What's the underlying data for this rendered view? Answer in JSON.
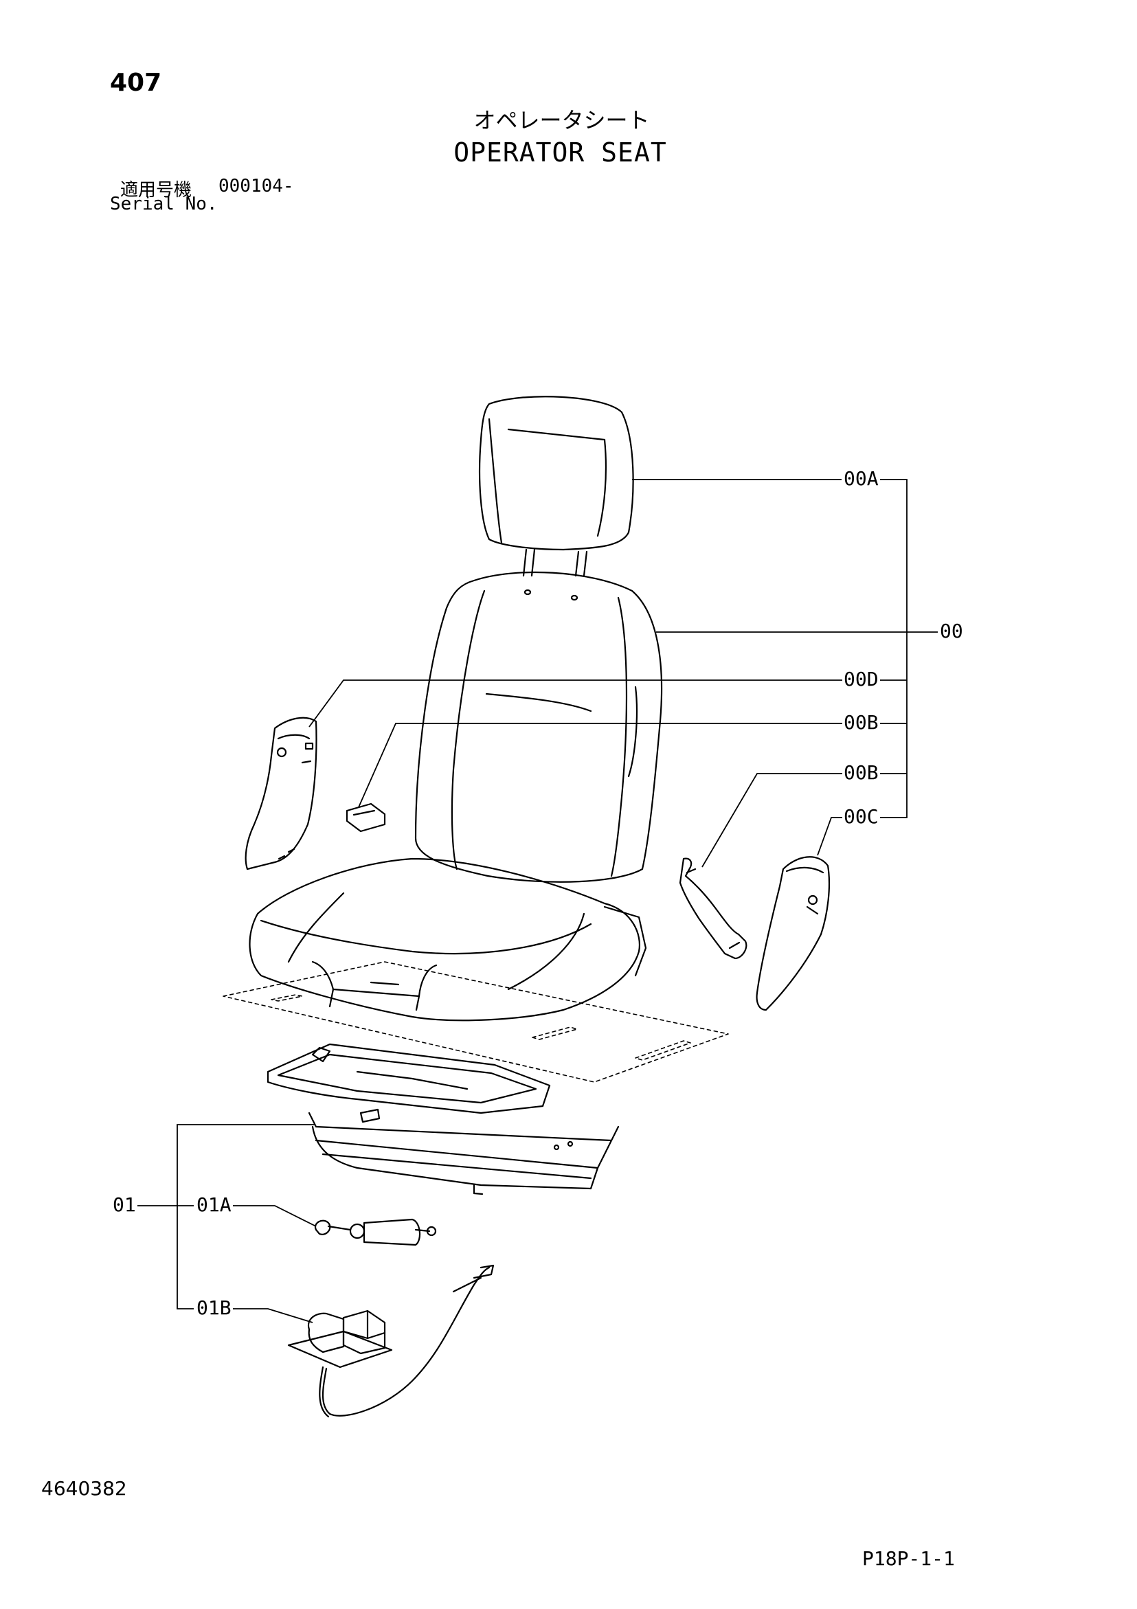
{
  "header": {
    "page_number": "407",
    "title_jp": "オペレータシート",
    "title_en": "OPERATOR SEAT",
    "serial_label_jp": "適用号機",
    "serial_value": "000104-",
    "serial_label_en": "Serial No."
  },
  "callouts": {
    "c00A": "00A",
    "c00": "00",
    "c00D": "00D",
    "c00B_1": "00B",
    "c00B_2": "00B",
    "c00C": "00C",
    "c01": "01",
    "c01A": "01A",
    "c01B": "01B"
  },
  "footer": {
    "drawing_number": "4640382",
    "sheet_reference": "P18P-1-1"
  }
}
